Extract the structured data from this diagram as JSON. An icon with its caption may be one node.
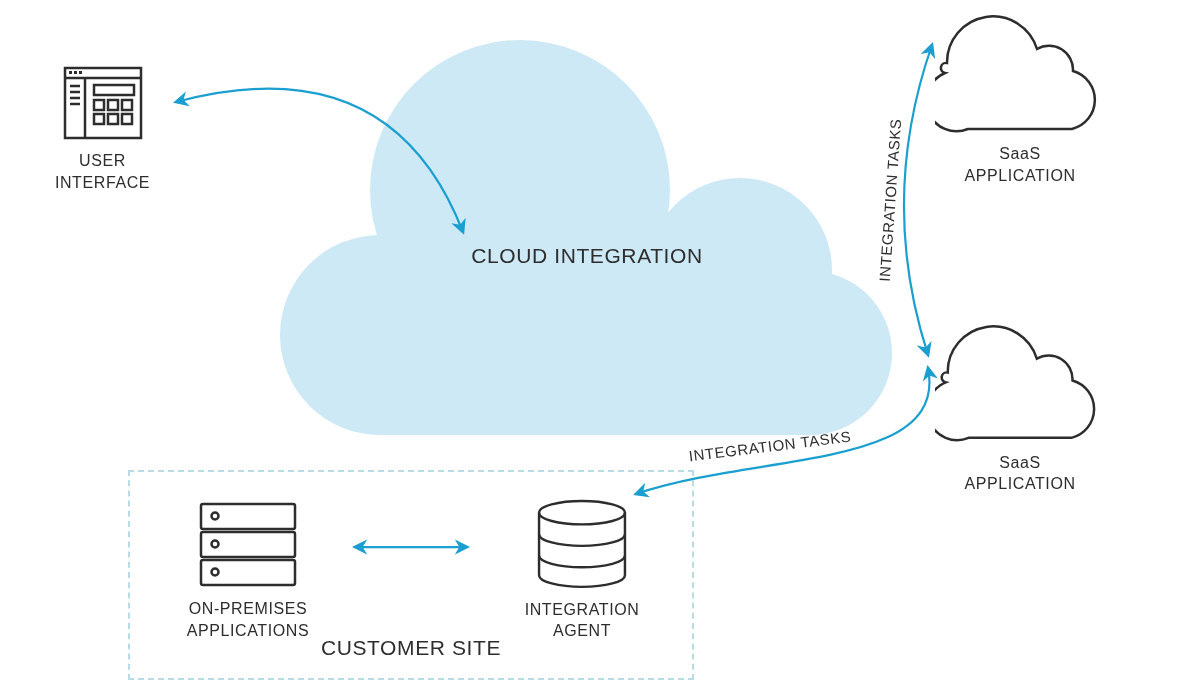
{
  "diagram": {
    "nodes": [
      {
        "text": [
          "USER INTERFACE"
        ]
      },
      {
        "text": [
          "CLOUD INTEGRATION"
        ]
      },
      {
        "text": [
          "SaaS APPLICATION"
        ]
      },
      {
        "text": [
          "SaaS APPLICATION"
        ]
      },
      {
        "text": [
          "CUSTOMER SITE"
        ]
      },
      {
        "text": [
          "ON-PREMISES APPLICATIONS"
        ],
        "in": 4
      },
      {
        "text": [
          "INTEGRATION AGENT"
        ],
        "in": 4
      }
    ],
    "edges": [
      {
        "from": 0,
        "to": 1,
        "arrow": "both"
      },
      {
        "from": 2,
        "to": 3,
        "arrow": "both",
        "label": "INTEGRATION TASKS"
      },
      {
        "from": 6,
        "to": 3,
        "arrow": "both",
        "label": "INTEGRATION TASKS"
      },
      {
        "from": 5,
        "to": 6,
        "arrow": "both"
      }
    ]
  }
}
